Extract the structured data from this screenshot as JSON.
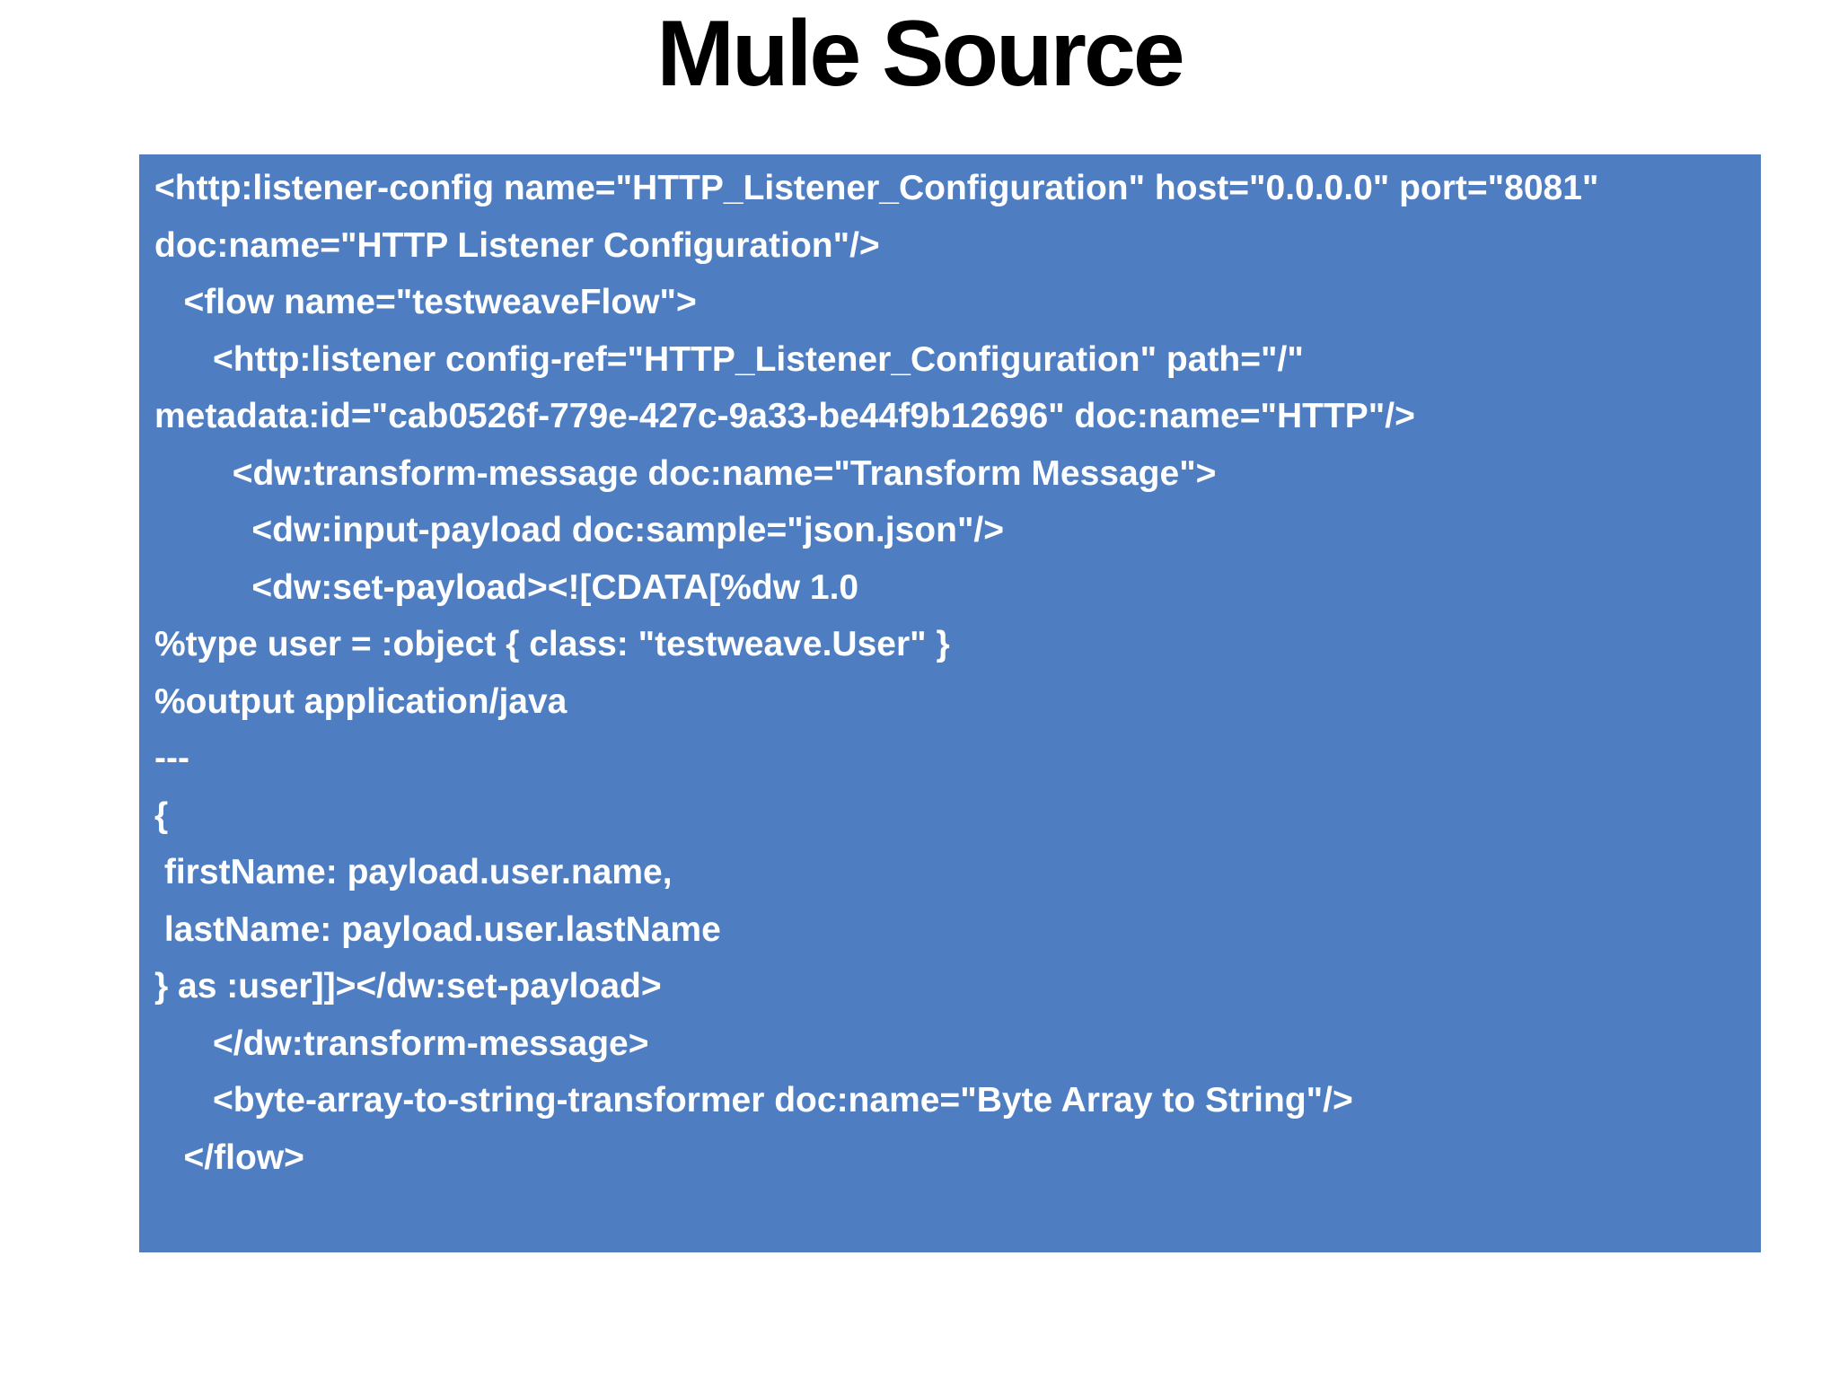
{
  "slide": {
    "title": "Mule Source",
    "colors": {
      "page_background": "#ffffff",
      "title_text": "#000000",
      "code_background": "#4e7ec1",
      "code_text": "#ffffff"
    },
    "code_lines": [
      "<http:listener-config name=\"HTTP_Listener_Configuration\" host=\"0.0.0.0\" port=\"8081\"",
      "doc:name=\"HTTP Listener Configuration\"/>",
      "   <flow name=\"testweaveFlow\">",
      "      <http:listener config-ref=\"HTTP_Listener_Configuration\" path=\"/\"",
      "metadata:id=\"cab0526f-779e-427c-9a33-be44f9b12696\" doc:name=\"HTTP\"/>",
      "        <dw:transform-message doc:name=\"Transform Message\">",
      "          <dw:input-payload doc:sample=\"json.json\"/>",
      "          <dw:set-payload><![CDATA[%dw 1.0",
      "%type user = :object { class: \"testweave.User\" }",
      "%output application/java",
      "---",
      "{",
      " firstName: payload.user.name,",
      " lastName: payload.user.lastName",
      "} as :user]]></dw:set-payload>",
      "      </dw:transform-message>",
      "      <byte-array-to-string-transformer doc:name=\"Byte Array to String\"/>",
      "   </flow>"
    ]
  }
}
